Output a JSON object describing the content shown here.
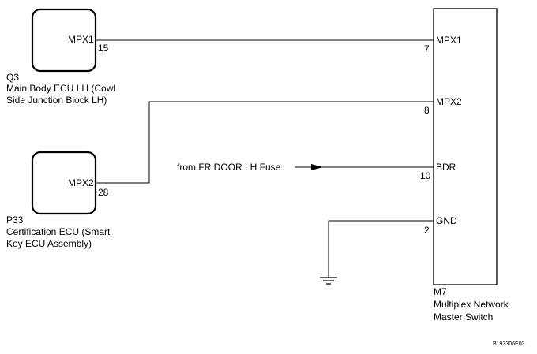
{
  "ecu_q3": {
    "terminal_label": "MPX1",
    "pin_number": "15",
    "code": "Q3",
    "name_line1": "Main Body ECU LH (Cowl",
    "name_line2": "Side Junction Block LH)"
  },
  "ecu_p33": {
    "terminal_label": "MPX2",
    "pin_number": "28",
    "code": "P33",
    "name_line1": "Certification ECU (Smart",
    "name_line2": "Key ECU Assembly)"
  },
  "switch_m7": {
    "code": "M7",
    "name_line1": "Multiplex Network",
    "name_line2": "Master Switch",
    "terminals": [
      {
        "label": "MPX1",
        "pin": "7"
      },
      {
        "label": "MPX2",
        "pin": "8"
      },
      {
        "label": "BDR",
        "pin": "10"
      },
      {
        "label": "GND",
        "pin": "2"
      }
    ]
  },
  "fuse_source_label": "from FR DOOR LH Fuse",
  "figure_code": "B193306E03"
}
